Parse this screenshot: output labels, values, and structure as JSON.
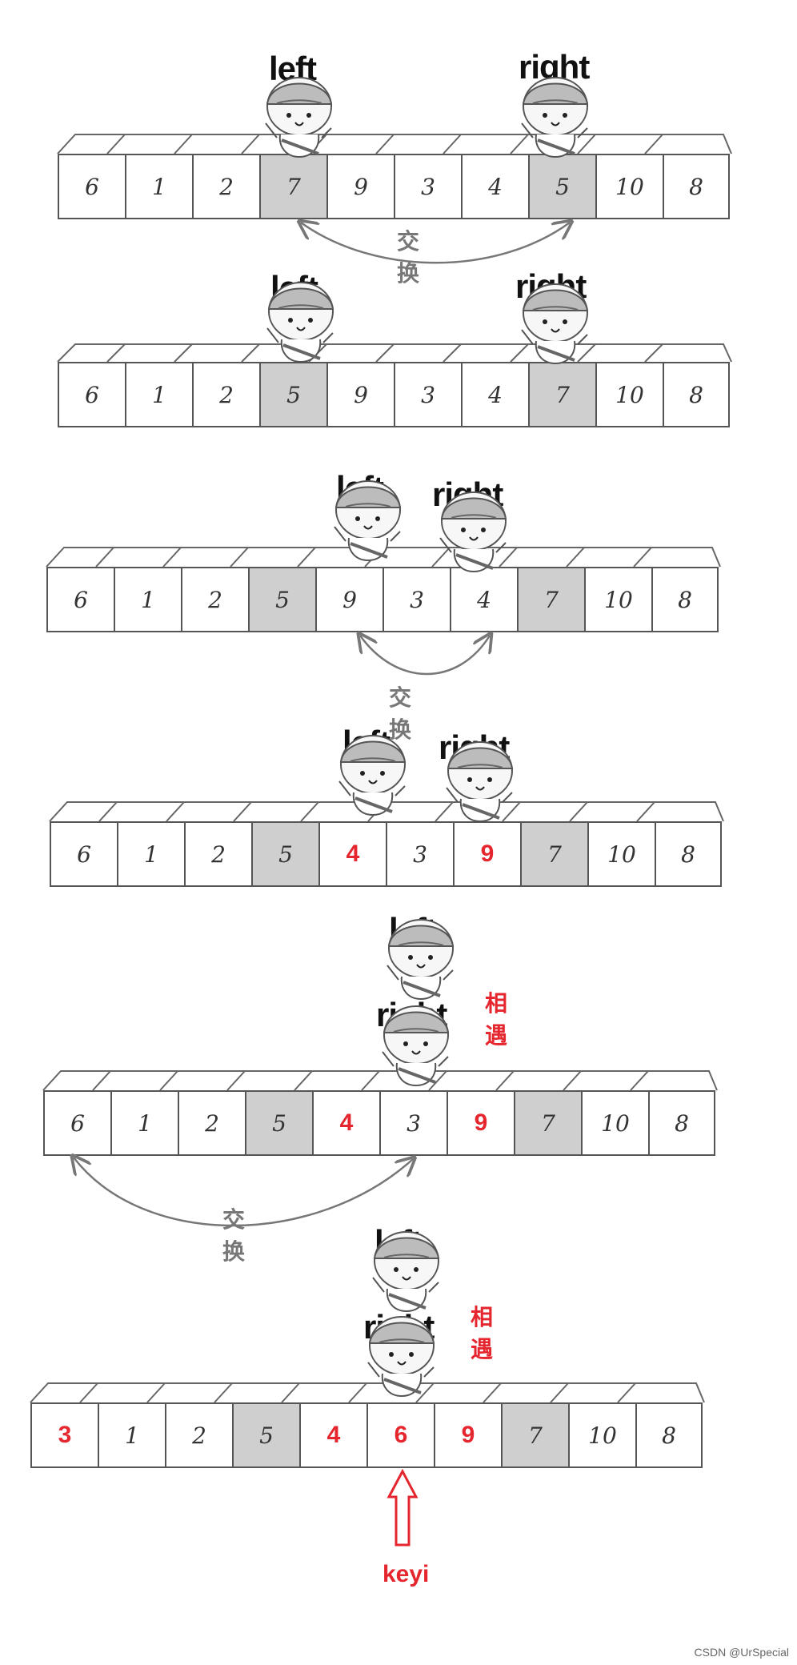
{
  "labels": {
    "left": "left",
    "right": "right",
    "swap": "交换",
    "meet": "相遇",
    "keyi": "keyi"
  },
  "rows": [
    {
      "cells": [
        "6",
        "1",
        "2",
        "7",
        "9",
        "3",
        "4",
        "5",
        "10",
        "8"
      ],
      "gray": [
        3,
        7
      ],
      "red": []
    },
    {
      "cells": [
        "6",
        "1",
        "2",
        "5",
        "9",
        "3",
        "4",
        "7",
        "10",
        "8"
      ],
      "gray": [
        3,
        7
      ],
      "red": []
    },
    {
      "cells": [
        "6",
        "1",
        "2",
        "5",
        "9",
        "3",
        "4",
        "7",
        "10",
        "8"
      ],
      "gray": [
        3,
        7
      ],
      "red": []
    },
    {
      "cells": [
        "6",
        "1",
        "2",
        "5",
        "4",
        "3",
        "9",
        "7",
        "10",
        "8"
      ],
      "gray": [
        3,
        7
      ],
      "red": [
        4,
        6
      ]
    },
    {
      "cells": [
        "6",
        "1",
        "2",
        "5",
        "4",
        "3",
        "9",
        "7",
        "10",
        "8"
      ],
      "gray": [
        3,
        7
      ],
      "red": [
        4,
        6
      ]
    },
    {
      "cells": [
        "3",
        "1",
        "2",
        "5",
        "4",
        "6",
        "9",
        "7",
        "10",
        "8"
      ],
      "gray": [
        3,
        7
      ],
      "red": [
        0,
        4,
        5,
        6
      ]
    }
  ],
  "watermark": "CSDN @UrSpecial"
}
